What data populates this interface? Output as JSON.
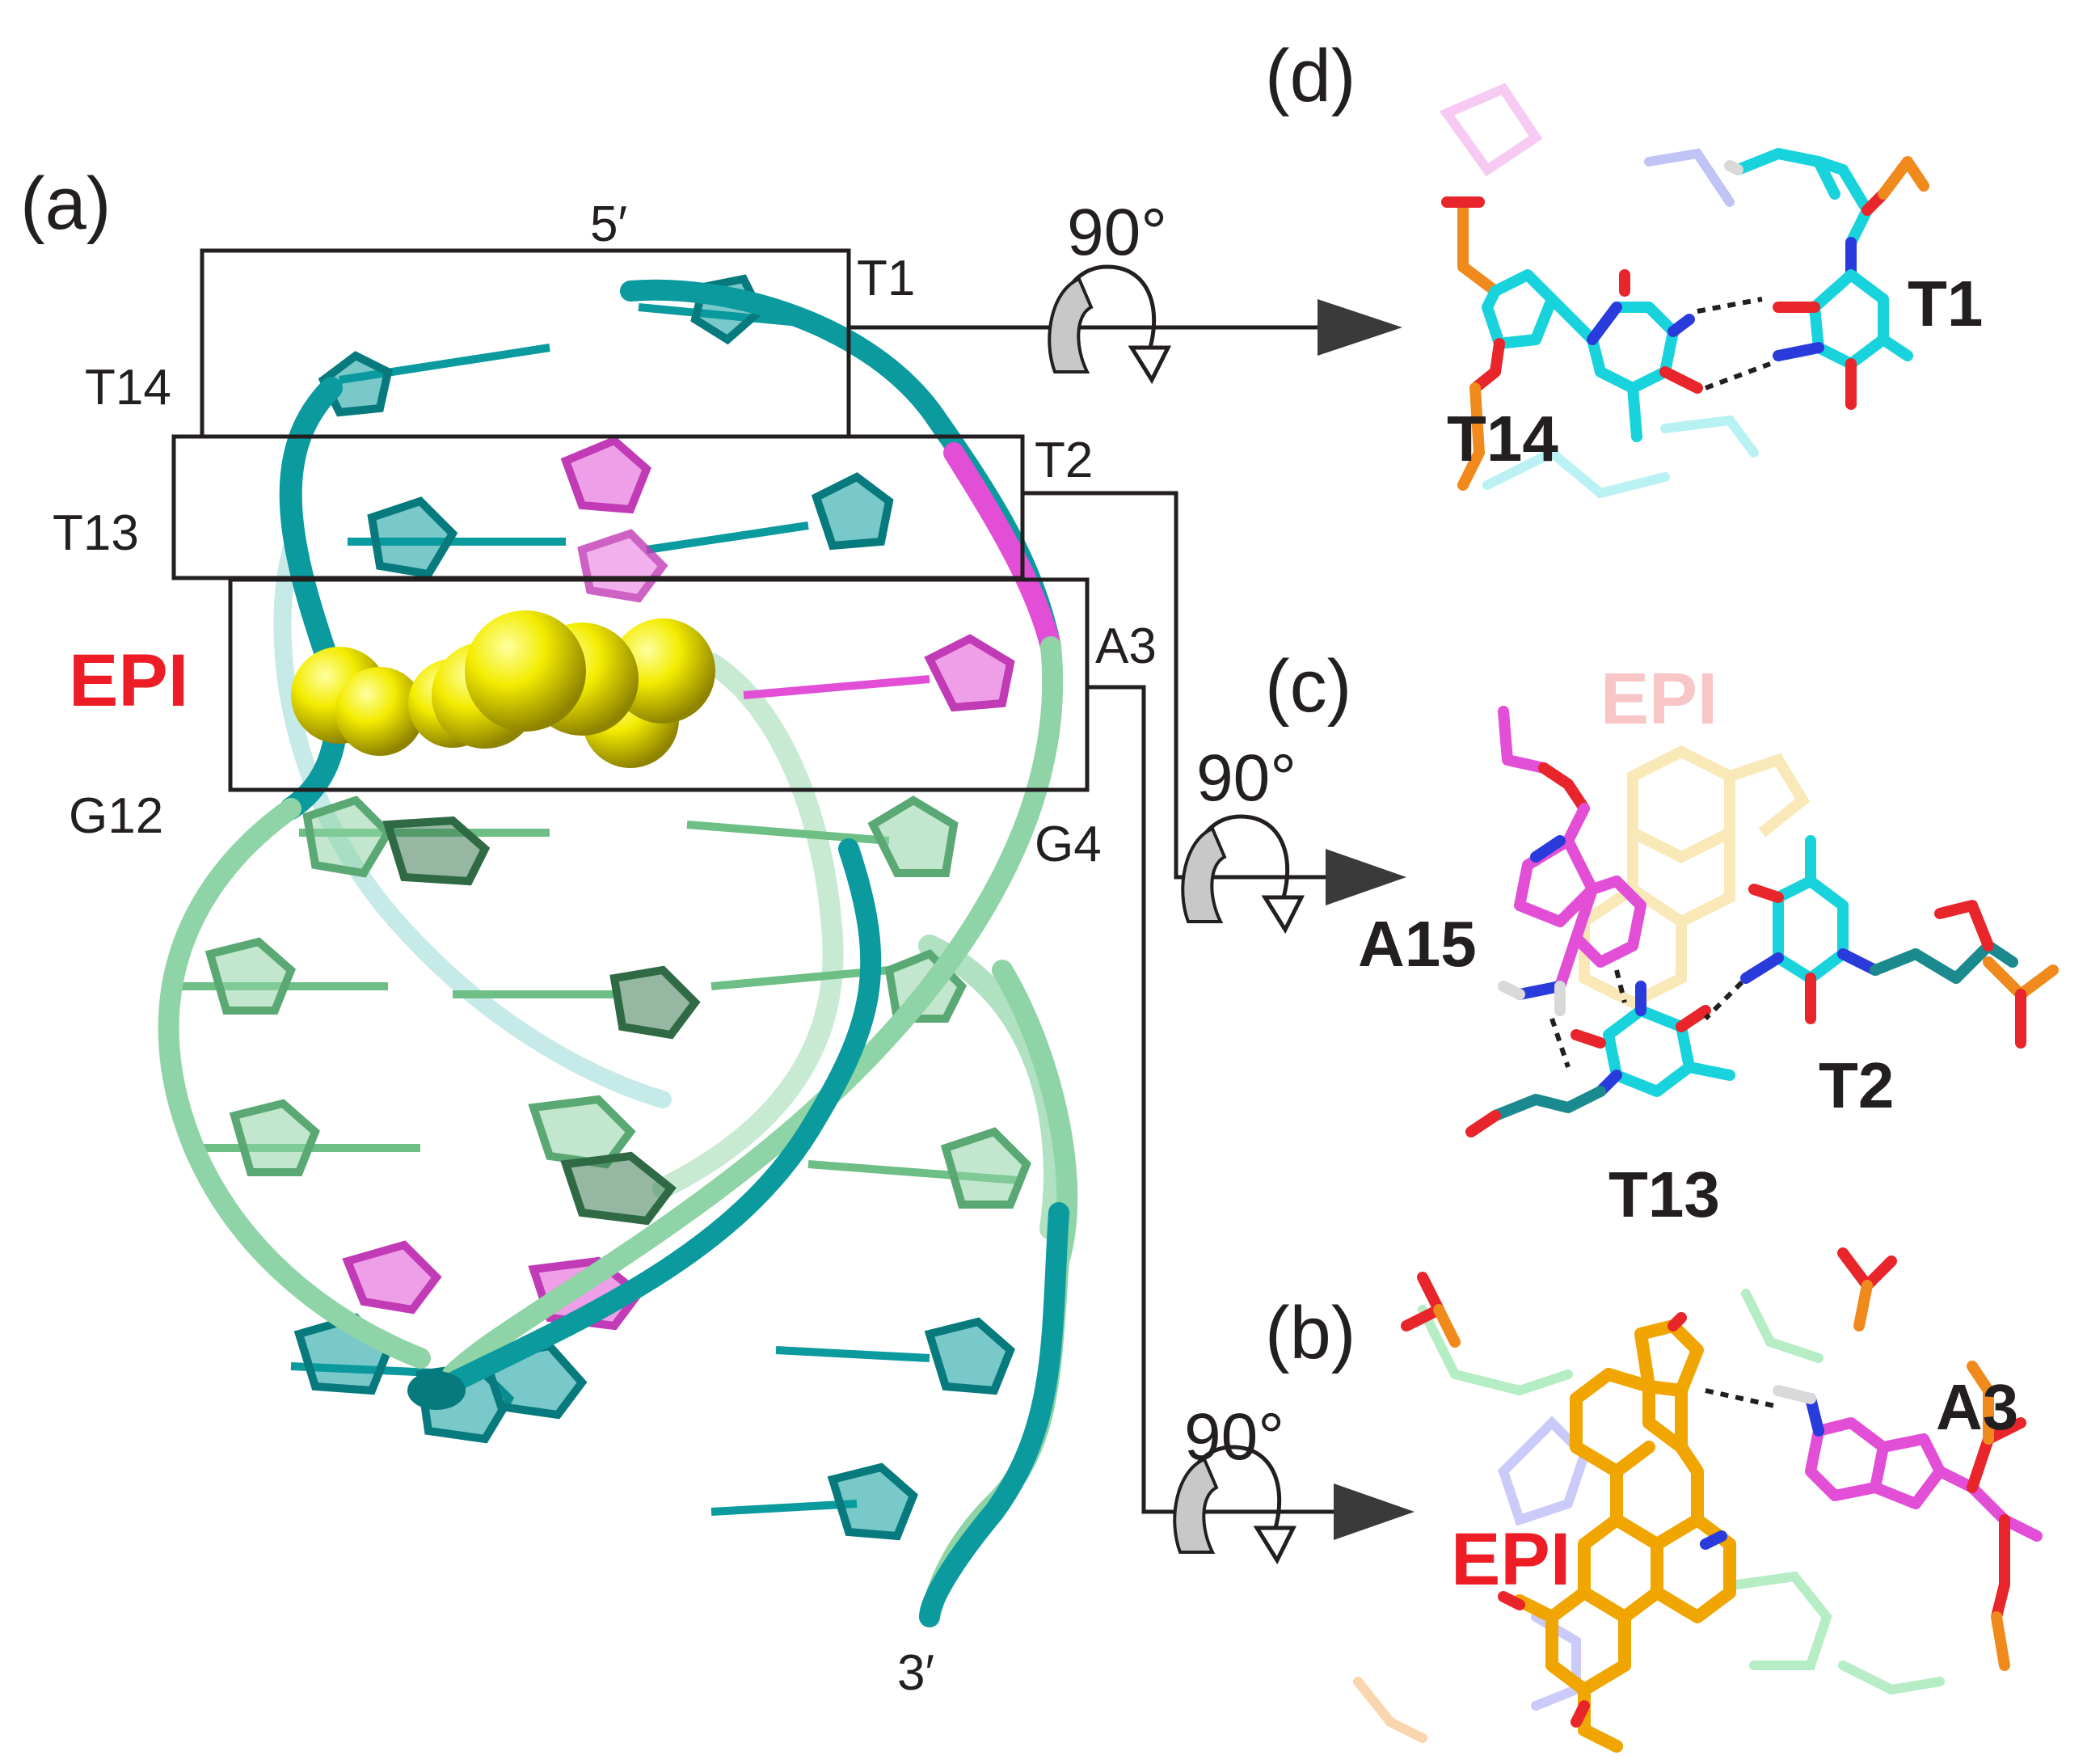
{
  "panels": {
    "a": {
      "label": "(a)",
      "prime5": "5′",
      "prime3": "3′",
      "ligand": "EPI",
      "residues": [
        "T1",
        "T14",
        "T2",
        "T13",
        "A3",
        "G12",
        "G4"
      ]
    },
    "b": {
      "label": "(b)",
      "rotation": "90°",
      "ligand": "EPI",
      "residue": "A3"
    },
    "c": {
      "label": "(c)",
      "rotation": "90°",
      "ligand_faded": "EPI",
      "residues": [
        "A15",
        "T2",
        "T13"
      ]
    },
    "d": {
      "label": "(d)",
      "rotation": "90°",
      "residues": [
        "T1",
        "T14"
      ]
    }
  },
  "colors": {
    "teal": "#0b9a9e",
    "mint": "#8fd4a6",
    "magenta": "#e24fd6",
    "yellow": "#f3ec00",
    "orange": "#f0a500",
    "red_label": "#ee1c24",
    "cyan_atom": "#19d3dc",
    "oxygen": "#e8252a",
    "nitrogen": "#2a3bdc",
    "phosphorus": "#f08a1c",
    "hydrogen": "#d9d9d9",
    "box": "#231f20"
  }
}
